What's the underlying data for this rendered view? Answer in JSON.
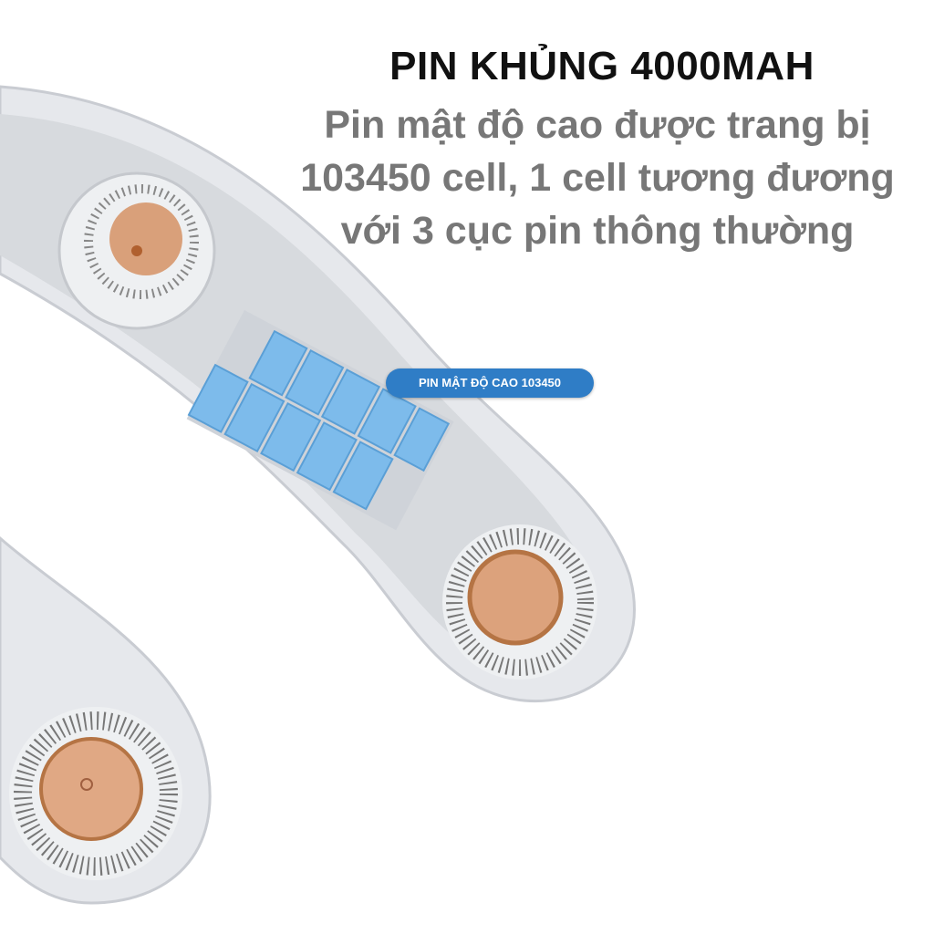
{
  "headline": "PIN KHỦNG 4000MAH",
  "description": "Pin mật độ cao được trang bị 103450 cell, 1 cell tương đương với 3 cục pin thông thường",
  "badge": "PIN MẬT ĐỘ CAO 103450",
  "colors": {
    "badge": "#2f7dc6",
    "cell": "#7dbbeb",
    "copper": "#d9a07a",
    "shell": "#e4e6ea"
  }
}
